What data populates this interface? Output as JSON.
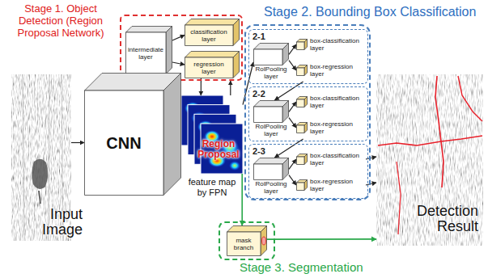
{
  "diagram": {
    "nodes": [
      {
        "text": [
          "Stage 1. Object Detection (Region Proposal Network)"
        ]
      },
      {
        "text": [
          "intermediate layer"
        ],
        "in": 0
      },
      {
        "text": [
          "classification layer"
        ],
        "in": 0
      },
      {
        "text": [
          "regression layer"
        ],
        "in": 0
      },
      {
        "text": [
          "Stage 2. Bounding Box Classification"
        ]
      },
      {
        "text": [
          "2-1"
        ],
        "in": 4
      },
      {
        "text": [
          "RoIPooling layer"
        ],
        "in": 5
      },
      {
        "text": [
          "box-classification layer"
        ],
        "in": 5
      },
      {
        "text": [
          "box-regression layer"
        ],
        "in": 5
      },
      {
        "text": [
          "2-2"
        ],
        "in": 4
      },
      {
        "text": [
          "RoIPooling layer"
        ],
        "in": 9
      },
      {
        "text": [
          "box-classification layer"
        ],
        "in": 9
      },
      {
        "text": [
          "box-regression layer"
        ],
        "in": 9
      },
      {
        "text": [
          "2-3"
        ],
        "in": 4
      },
      {
        "text": [
          "RoIPooling layer"
        ],
        "in": 13
      },
      {
        "text": [
          "box-classification layer"
        ],
        "in": 13
      },
      {
        "text": [
          "box-regression layer"
        ],
        "in": 13
      },
      {
        "text": [
          "Input Image"
        ]
      },
      {
        "text": [
          "CNN"
        ]
      },
      {
        "text": [
          "feature map by FPN"
        ]
      },
      {
        "text": [
          "Detection Result"
        ]
      },
      {
        "text": [
          "Stage 3. Segmentation"
        ]
      },
      {
        "text": [
          "mask branch"
        ],
        "in": 21
      }
    ],
    "edges": [
      {
        "from": 17,
        "to": 18,
        "arrow": "to"
      },
      {
        "from": 1,
        "to": 2,
        "arrow": "to"
      },
      {
        "from": 1,
        "to": 3,
        "arrow": "to"
      },
      {
        "from": 3,
        "to": 19,
        "arrow": "to"
      },
      {
        "from": 19,
        "to": 0,
        "arrow": "to"
      },
      {
        "from": 19,
        "to": 6,
        "arrow": "to"
      },
      {
        "from": 6,
        "to": 7,
        "arrow": "to"
      },
      {
        "from": 6,
        "to": 8,
        "arrow": "to"
      },
      {
        "from": 8,
        "to": 10,
        "arrow": "to"
      },
      {
        "from": 10,
        "to": 11,
        "arrow": "to"
      },
      {
        "from": 10,
        "to": 12,
        "arrow": "to"
      },
      {
        "from": 12,
        "to": 14,
        "arrow": "to"
      },
      {
        "from": 14,
        "to": 15,
        "arrow": "to"
      },
      {
        "from": 14,
        "to": 16,
        "arrow": "to"
      },
      {
        "from": 15,
        "to": 20,
        "arrow": "to"
      },
      {
        "from": 16,
        "to": 20,
        "arrow": "to"
      },
      {
        "from": 19,
        "to": 22,
        "arrow": "to"
      },
      {
        "from": 22,
        "to": 20,
        "arrow": "to"
      }
    ],
    "labels": [
      "Region Proposal"
    ]
  }
}
